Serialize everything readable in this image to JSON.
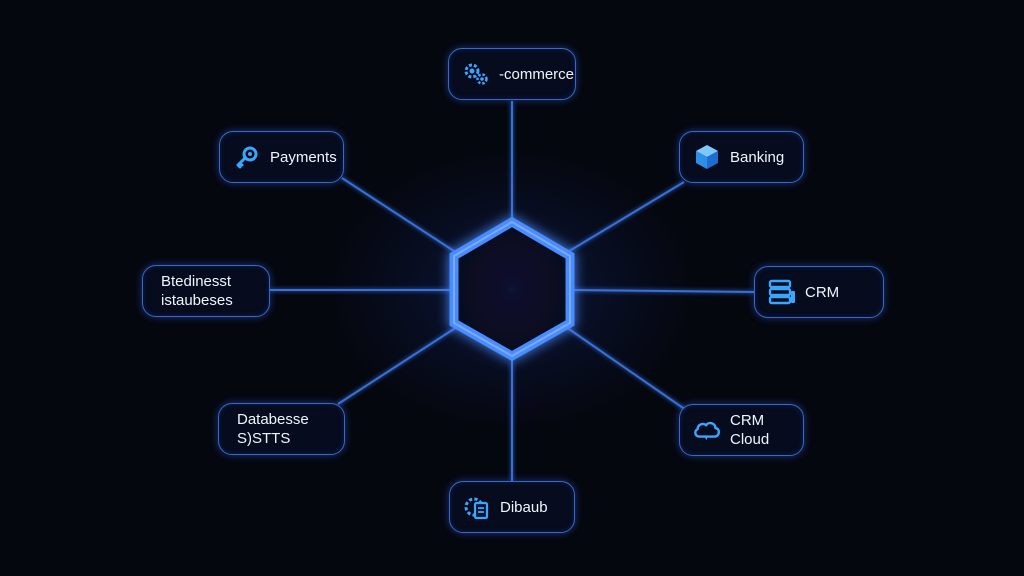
{
  "colors": {
    "background": "#05070f",
    "glow": "#2f7bff",
    "hexagon_edge": "#4a8cff",
    "link": "#3d7bf0",
    "node_border": "#3a68c8",
    "icon": "#39a6ff",
    "text": "#f2f5ff"
  },
  "nodes": {
    "ecommerce": {
      "label": "-commerce",
      "icon": "gears-icon"
    },
    "payments": {
      "label": "Payments",
      "icon": "key-icon"
    },
    "banking": {
      "label": "Banking",
      "icon": "cube-icon"
    },
    "business_databases": {
      "lines": [
        "Btedinesst",
        "istaubeses"
      ]
    },
    "crm": {
      "label": "CRM",
      "icon": "server-stack-icon"
    },
    "database_systems": {
      "lines": [
        "Databesse",
        "S)STTS"
      ]
    },
    "crm_cloud": {
      "lines": [
        "CRM",
        "Cloud"
      ],
      "icon": "cloud-icon"
    },
    "dibaub": {
      "label": "Dibaub",
      "icon": "gear-document-icon"
    }
  }
}
